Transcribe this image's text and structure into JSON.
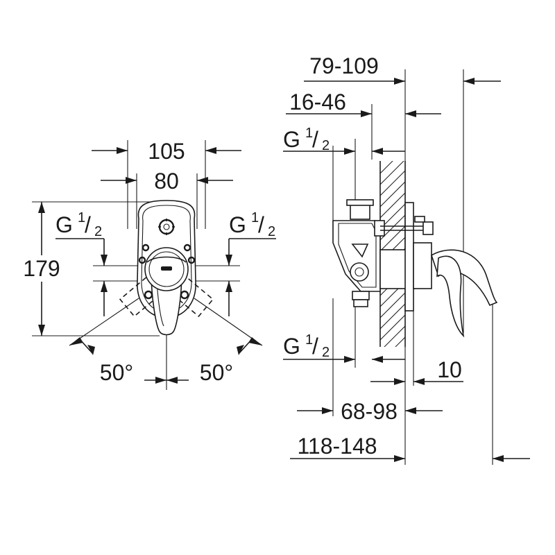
{
  "front_view": {
    "width_outer": "105",
    "width_inner": "80",
    "height": "179",
    "thread_left": {
      "base": "G",
      "num": "1",
      "den": "2"
    },
    "thread_right": {
      "base": "G",
      "num": "1",
      "den": "2"
    },
    "angle_left": "50°",
    "angle_right": "50°"
  },
  "side_view": {
    "dim_total_projection": "79-109",
    "dim_wall_depth": "16-46",
    "thread_top": {
      "base": "G",
      "num": "1",
      "den": "2"
    },
    "thread_bottom": {
      "base": "G",
      "num": "1",
      "den": "2"
    },
    "dim_plate": "10",
    "dim_body_depth": "68-98",
    "dim_spout_reach": "118-148"
  }
}
